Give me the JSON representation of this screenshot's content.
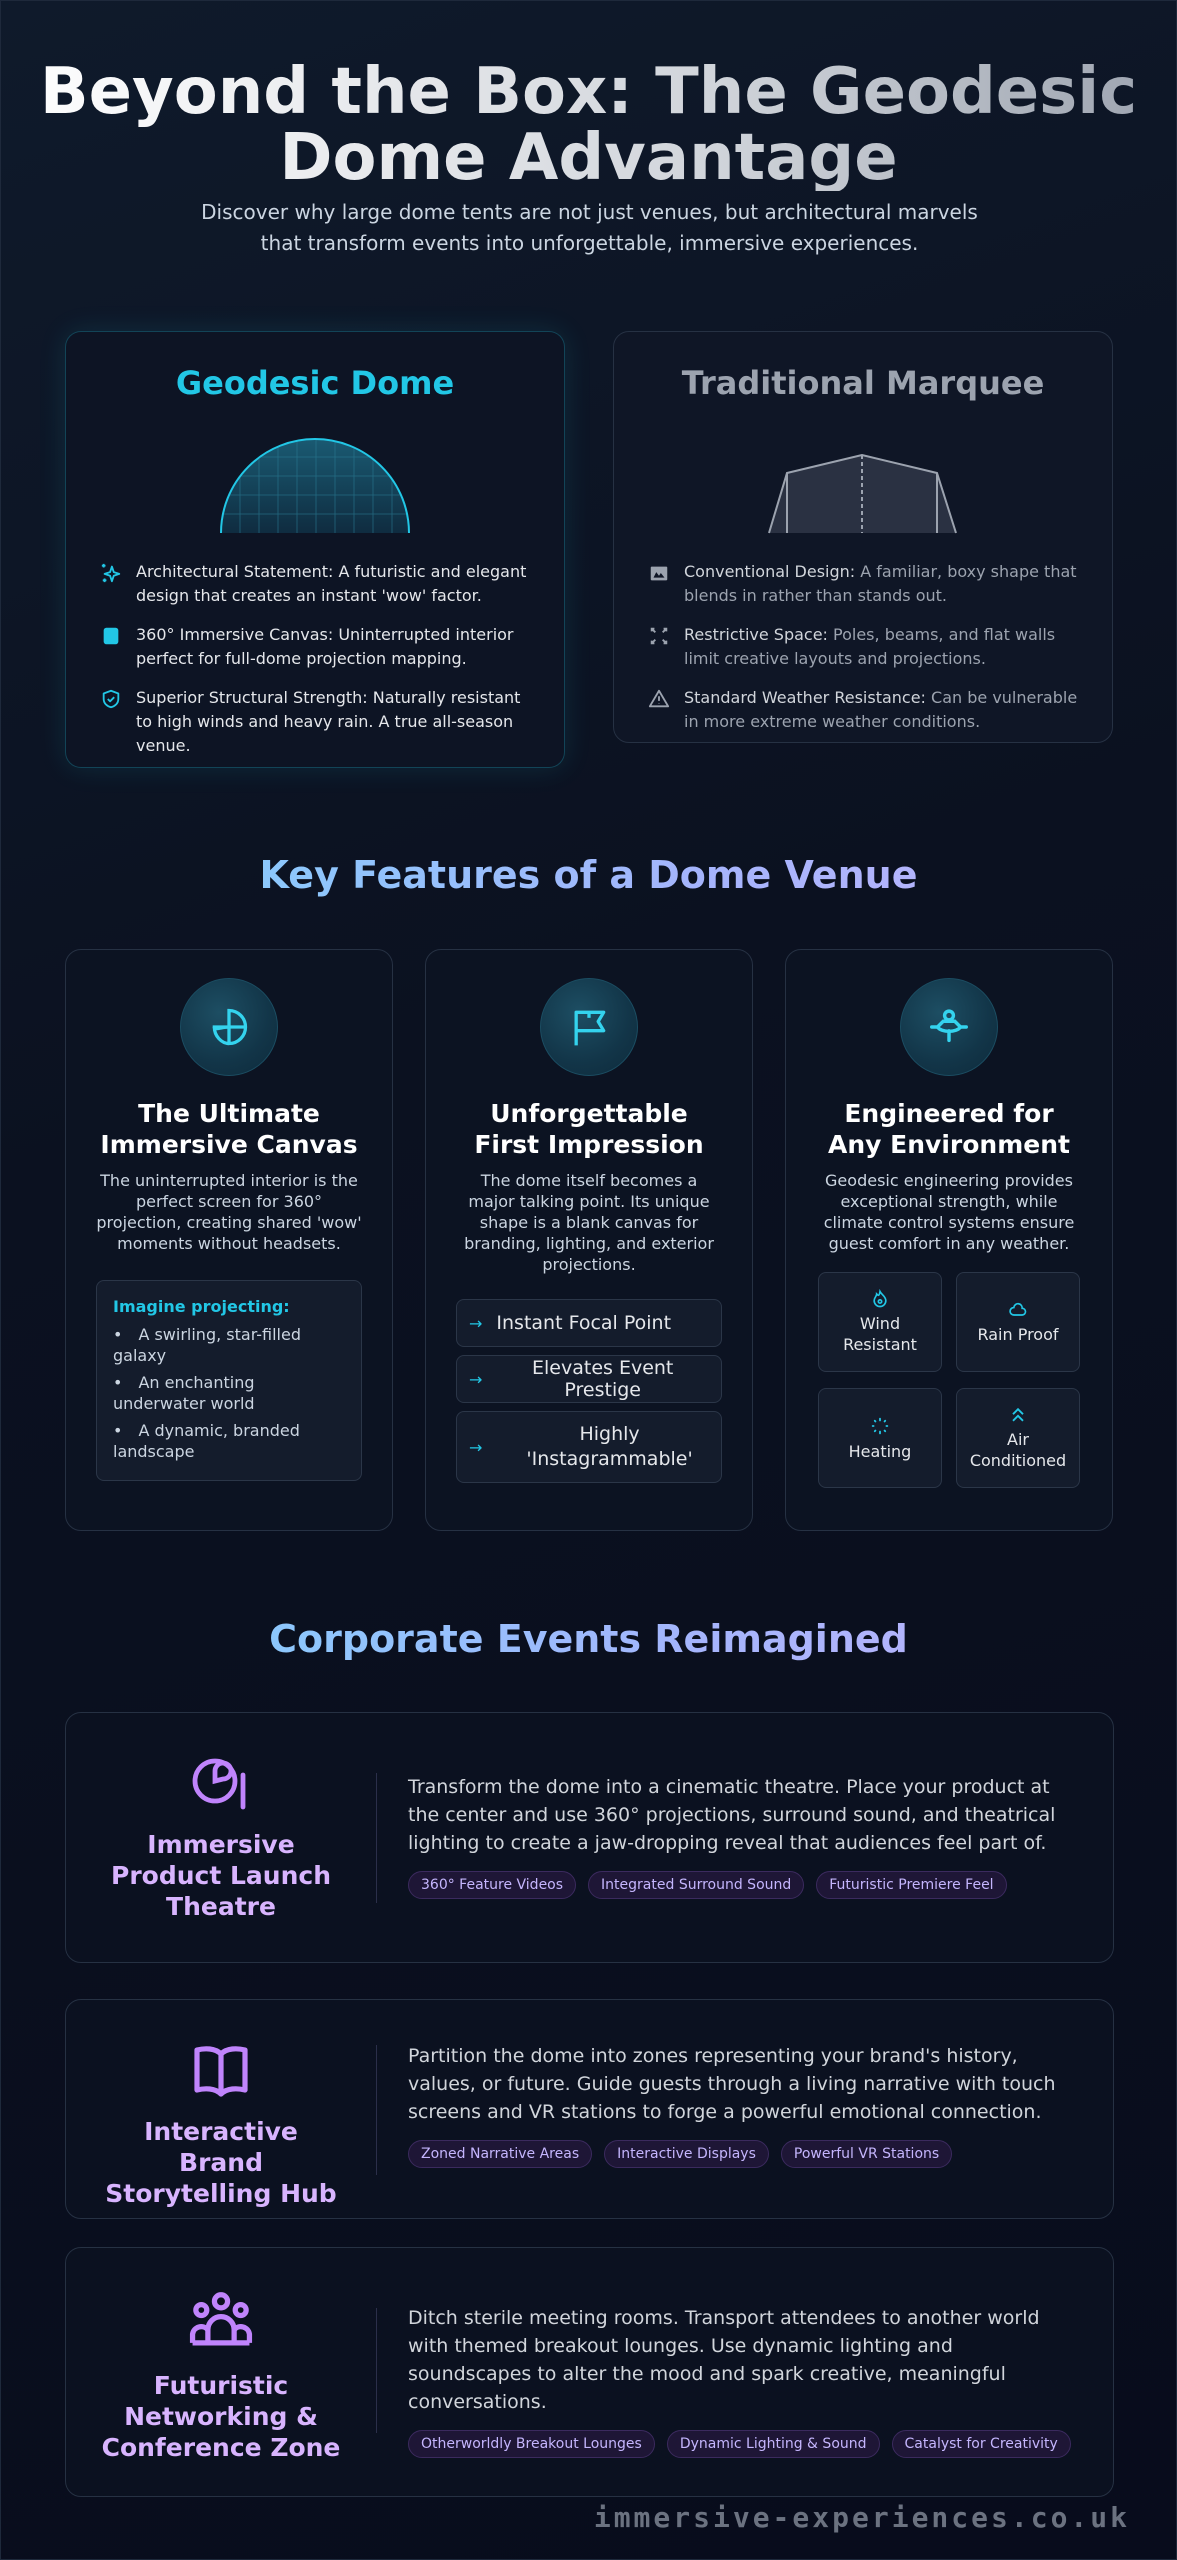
{
  "hero": {
    "title": "Beyond the Box: The Geodesic Dome Advantage",
    "subtitle": "Discover why large dome tents are not just venues, but architectural marvels that transform events into unforgettable, immersive experiences."
  },
  "comparison": {
    "dome": {
      "title": "Geodesic Dome",
      "accent": "#22c7e6",
      "items": [
        {
          "icon": "sparkles-icon",
          "lead": "Architectural Statement:",
          "text": " A futuristic and elegant design that creates an instant 'wow' factor."
        },
        {
          "icon": "screen-icon",
          "lead": "360° Immersive Canvas:",
          "text": " Uninterrupted interior perfect for full-dome projection mapping."
        },
        {
          "icon": "shield-check-icon",
          "lead": "Superior Structural Strength:",
          "text": " Naturally resistant to high winds and heavy rain. A true all-season venue."
        }
      ]
    },
    "marquee": {
      "title": "Traditional Marquee",
      "items": [
        {
          "icon": "image-icon",
          "lead": "Conventional Design:",
          "text": " A familiar, boxy shape that blends in rather than stands out."
        },
        {
          "icon": "compress-arrows-icon",
          "lead": "Restrictive Space:",
          "text": " Poles, beams, and flat walls limit creative layouts and projections."
        },
        {
          "icon": "warning-triangle-icon",
          "lead": "Standard Weather Resistance:",
          "text": " Can be vulnerable in more extreme weather conditions."
        }
      ]
    }
  },
  "features": {
    "heading": "Key Features of a Dome Venue",
    "cards": [
      {
        "icon": "pie-leaf-icon",
        "title": "The Ultimate Immersive Canvas",
        "desc": "The uninterrupted interior is the perfect screen for 360° projection, creating shared 'wow' moments without headsets.",
        "imagine_heading": "Imagine projecting:",
        "imagine_items": [
          "A swirling, star-filled galaxy",
          "An enchanting underwater world",
          "A dynamic, branded landscape"
        ]
      },
      {
        "icon": "flag-icon",
        "title": "Unforgettable First Impression",
        "desc": "The dome itself becomes a major talking point. Its unique shape is a blank canvas for branding, lighting, and exterior projections.",
        "points": [
          "Instant Focal Point",
          "Elevates Event Prestige",
          "Highly 'Instagrammable'"
        ]
      },
      {
        "icon": "engineer-icon",
        "title": "Engineered for Any Environment",
        "desc": "Geodesic engineering provides exceptional strength, while climate control systems ensure guest comfort in any weather.",
        "env": [
          {
            "icon": "flame-icon",
            "label": "Wind Resistant"
          },
          {
            "icon": "cloud-icon",
            "label": "Rain Proof"
          },
          {
            "icon": "loader-icon",
            "label": "Heating"
          },
          {
            "icon": "chevrons-up-icon",
            "label": "Air Conditioned"
          }
        ]
      }
    ]
  },
  "corporate": {
    "heading": "Corporate Events Reimagined",
    "accent": "#c084fc",
    "cards": [
      {
        "icon": "presentation-clock-icon",
        "title": "Immersive Product Launch Theatre",
        "desc": "Transform the dome into a cinematic theatre. Place your product at the center and use 360° projections, surround sound, and theatrical lighting to create a jaw-dropping reveal that audiences feel part of.",
        "tags": [
          "360° Feature Videos",
          "Integrated Surround Sound",
          "Futuristic Premiere Feel"
        ]
      },
      {
        "icon": "open-book-icon",
        "title": "Interactive Brand Storytelling Hub",
        "desc": "Partition the dome into zones representing your brand's history, values, or future. Guide guests through a living narrative with touch screens and VR stations to forge a powerful emotional connection.",
        "tags": [
          "Zoned Narrative Areas",
          "Interactive Displays",
          "Powerful VR Stations"
        ]
      },
      {
        "icon": "users-group-icon",
        "title": "Futuristic Networking & Conference Zone",
        "desc": "Ditch sterile meeting rooms. Transport attendees to another world with themed breakout lounges. Use dynamic lighting and soundscapes to alter the mood and spark creative, meaningful conversations.",
        "tags": [
          "Otherworldly Breakout Lounges",
          "Dynamic Lighting & Sound",
          "Catalyst for Creativity"
        ]
      }
    ]
  },
  "footer": {
    "site": "immersive-experiences.co.uk"
  }
}
